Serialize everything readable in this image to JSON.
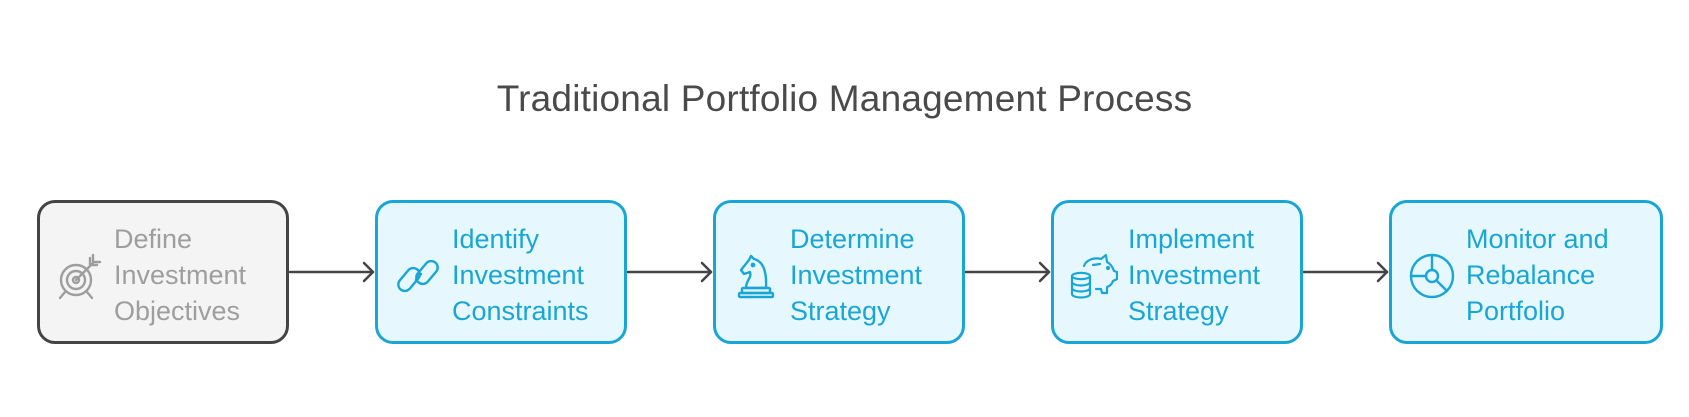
{
  "diagram": {
    "title": "Traditional Portfolio Management Process",
    "steps": [
      {
        "label": "Define\nInvestment\nObjectives",
        "icon": "target-arrow-icon",
        "state": "muted"
      },
      {
        "label": "Identify\nInvestment\nConstraints",
        "icon": "chain-link-icon",
        "state": "active"
      },
      {
        "label": "Determine\nInvestment\nStrategy",
        "icon": "chess-knight-icon",
        "state": "active"
      },
      {
        "label": "Implement\nInvestment\nStrategy",
        "icon": "piggy-bank-coins-icon",
        "state": "active"
      },
      {
        "label": "Monitor and\nRebalance\nPortfolio",
        "icon": "pie-chart-icon",
        "state": "active"
      }
    ],
    "colors": {
      "accent": "#1aa6d4",
      "accent_fill": "#e6f8fd",
      "muted_border": "#444444",
      "muted_fill": "#f4f4f4",
      "muted_text": "#9e9e9e",
      "title_text": "#4a4a4a",
      "arrow": "#444444"
    }
  }
}
